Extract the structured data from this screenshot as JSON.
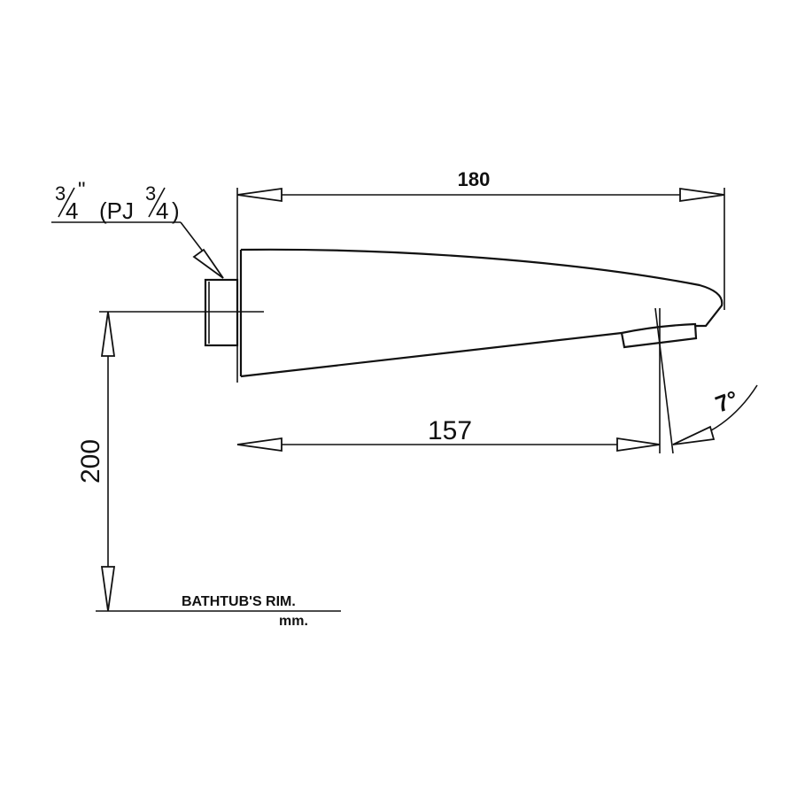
{
  "drawing": {
    "overall_length": "180",
    "outlet_distance": "157",
    "height_above_rim": "200",
    "angle": "7°",
    "thread_size_num": "3",
    "thread_size_den": "4",
    "thread_inch_mark": "\"",
    "thread_spec_prefix": "(PJ",
    "thread_spec_num": "3",
    "thread_spec_den": "4",
    "thread_spec_suffix": ")",
    "rim_label": "BATHTUB'S RIM.",
    "unit_label": "mm."
  }
}
